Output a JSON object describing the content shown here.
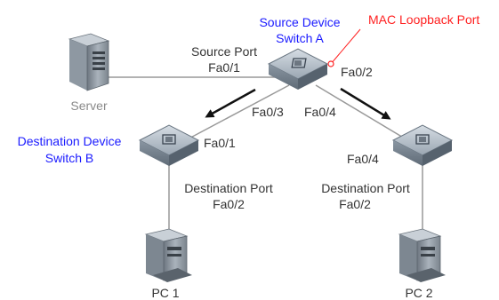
{
  "colors": {
    "device_label": "#1a1aff",
    "loopback_label": "#ff2020",
    "link_line": "#999999",
    "mirror_arrow": "#111111",
    "switch_body": "#7f8c99"
  },
  "icons": {
    "switch": "network-switch-icon",
    "server": "server-tower-icon",
    "pc": "desktop-pc-icon"
  },
  "source_device": {
    "line1": "Source Device",
    "line2": "Switch A"
  },
  "loopback": {
    "label": "MAC Loopback Port"
  },
  "server": {
    "label": "Server"
  },
  "source_port": {
    "title": "Source Port",
    "port": "Fa0/1"
  },
  "switch_a_ports": {
    "fa02": "Fa0/2",
    "fa03": "Fa0/3",
    "fa04": "Fa0/4"
  },
  "destination_device": {
    "line1": "Destination Device",
    "line2": "Switch B"
  },
  "switch_b_ports": {
    "uplink": "Fa0/1",
    "dest_title": "Destination Port",
    "dest_port": "Fa0/2"
  },
  "switch_c_ports": {
    "uplink": "Fa0/4",
    "dest_title": "Destination Port",
    "dest_port": "Fa0/2"
  },
  "pc1": {
    "label": "PC 1"
  },
  "pc2": {
    "label": "PC 2"
  }
}
